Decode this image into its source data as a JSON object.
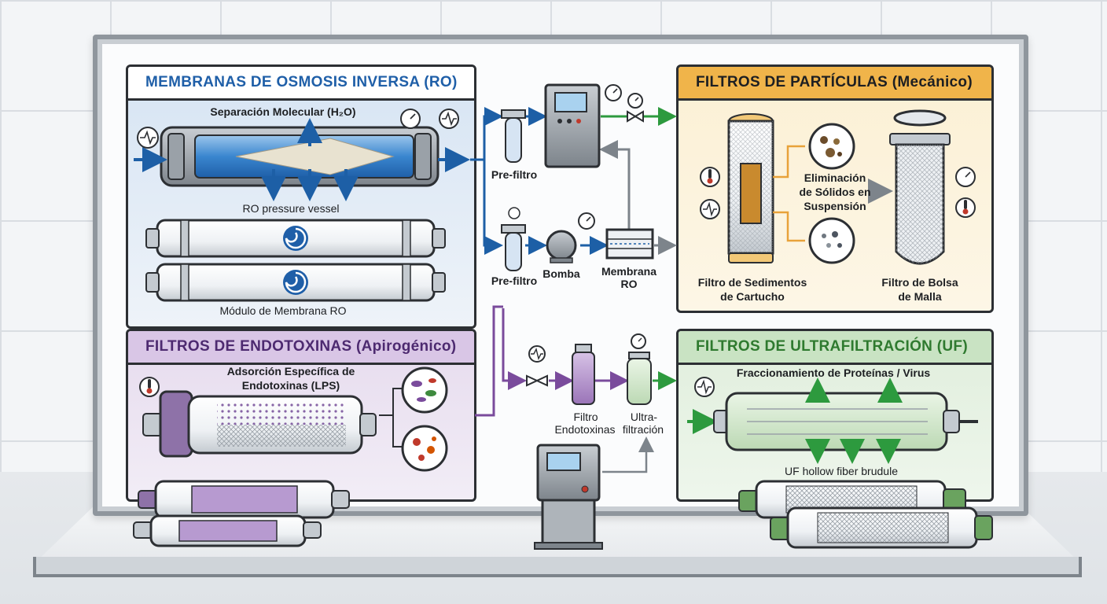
{
  "panels": {
    "ro": {
      "title": "MEMBRANAS DE OSMOSIS INVERSA (RO)",
      "caption_top": "Separación Molecular (H₂O)",
      "caption_vessel": "RO pressure vessel",
      "caption_module": "Módulo de Membrana RO",
      "color": "#1f5fa8",
      "bg": "#dfeaf5"
    },
    "particles": {
      "title": "FILTROS DE PARTÍCULAS (Mecánico)",
      "caption_center_1": "Eliminación",
      "caption_center_2": "de Sólidos en",
      "caption_center_3": "Suspensión",
      "caption_left_1": "Filtro de Sedimentos",
      "caption_left_2": "de Cartucho",
      "caption_right_1": "Filtro de Bolsa",
      "caption_right_2": "de Malla",
      "color": "#e8a23a",
      "bg": "#fbf0d8"
    },
    "endotoxin": {
      "title": "FILTROS DE ENDOTOXINAS (Apirogénico)",
      "caption_1": "Adsorción Específica de",
      "caption_2": "Endotoxinas (LPS)",
      "color": "#6a3f91",
      "bg": "#ece3f1"
    },
    "uf": {
      "title": "FILTROS DE ULTRAFILTRACIÓN (UF)",
      "caption_top": "Fraccionamiento de Proteínas / Virus",
      "caption_bottom": "UF hollow fiber brudule",
      "color": "#3e8a3e",
      "bg": "#e4f0e1"
    }
  },
  "flow": {
    "prefiltro_1": "Pre-filtro",
    "prefiltro_2": "Pre-filtro",
    "bomba": "Bomba",
    "membrana_1": "Membrana",
    "membrana_2": "RO",
    "endotoxinas_1": "Filtro",
    "endotoxinas_2": "Endotoxinas",
    "ultra_1": "Ultra-",
    "ultra_2": "filtración"
  },
  "colors": {
    "flow_blue": "#1d5fa6",
    "flow_green": "#2d9a3e",
    "flow_purple": "#7a4b9c",
    "flow_gray": "#7d848b",
    "outline": "#2c2f33"
  },
  "icons": [
    "pulse-icon",
    "pressure-gauge-icon",
    "thermometer-icon",
    "valve-icon",
    "swirl-logo-icon",
    "bacteria-icon",
    "particles-icon"
  ]
}
